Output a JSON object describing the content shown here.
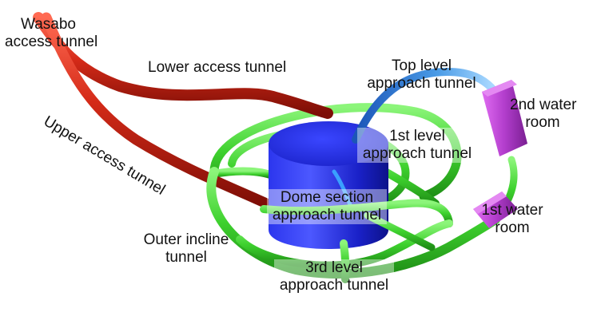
{
  "labels": {
    "wasabo": [
      "Wasabo",
      "access tunnel"
    ],
    "lower_access": [
      "Lower access tunnel"
    ],
    "upper_access": [
      "Upper access tunnel"
    ],
    "top_level_approach": [
      "Top level",
      "approach tunnel"
    ],
    "water_room_2": [
      "2nd water",
      "room"
    ],
    "level1_approach": [
      "1st level",
      "approach tunnel"
    ],
    "dome_section_approach": [
      "Dome section",
      "approach tunnel"
    ],
    "water_room_1": [
      "1st water",
      "room"
    ],
    "outer_incline": [
      "Outer incline",
      "tunnel"
    ],
    "level3_approach": [
      "3rd level",
      "approach tunnel"
    ]
  },
  "colors": {
    "access_tunnel": "#d42a18",
    "incline_tunnel": "#3ed12e",
    "top_level_tunnel": "#4a9be6",
    "dome_tank": "#1a21c8",
    "water_room": "#b23dcc"
  }
}
